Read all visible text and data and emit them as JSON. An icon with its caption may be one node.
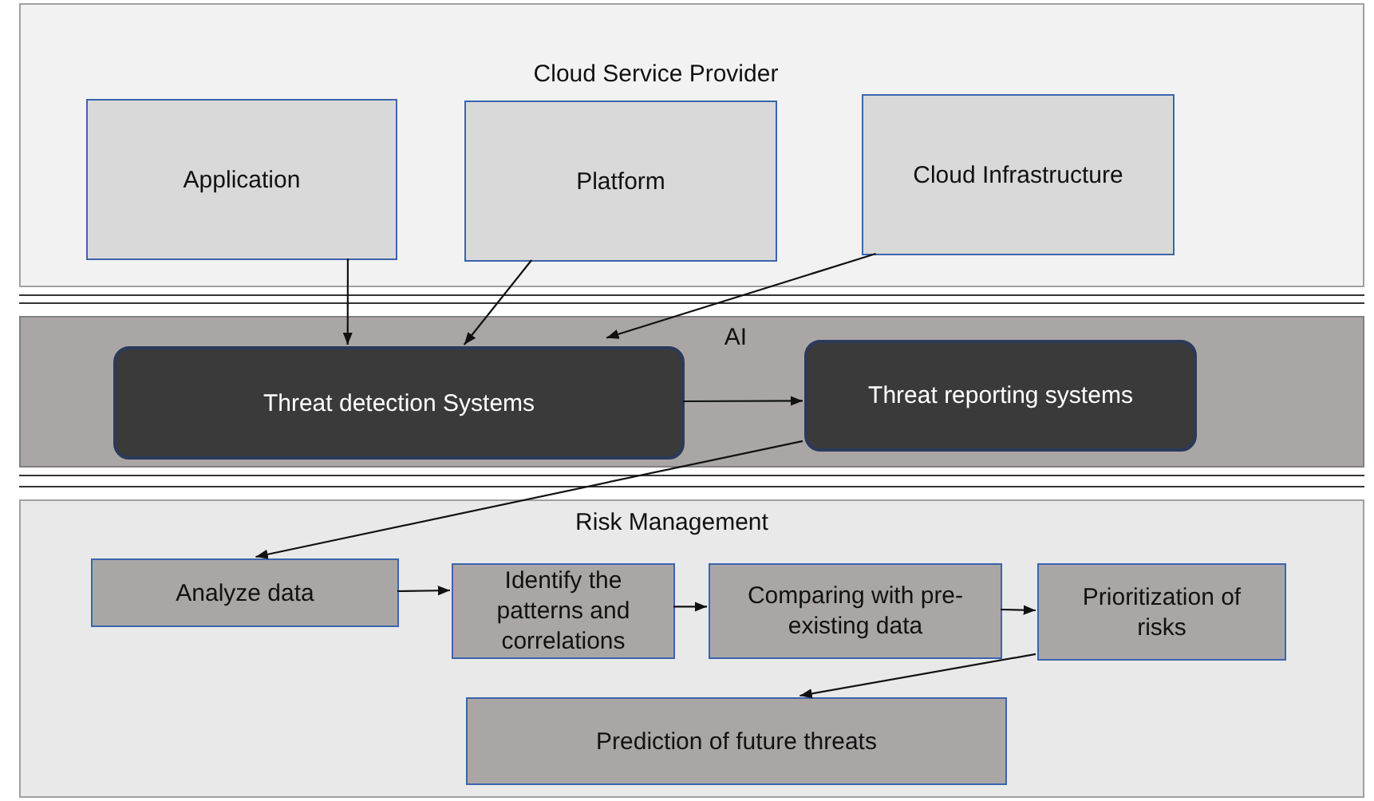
{
  "diagram": {
    "nodes": [
      {
        "text": [
          "Cloud Service Provider"
        ]
      },
      {
        "text": [
          "Application"
        ],
        "in": 0
      },
      {
        "text": [
          "Platform"
        ],
        "in": 0
      },
      {
        "text": [
          "Cloud Infrastructure"
        ],
        "in": 0
      },
      {
        "text": [
          "AI"
        ]
      },
      {
        "text": [
          "Threat detection Systems"
        ],
        "in": 4
      },
      {
        "text": [
          "Threat reporting systems"
        ],
        "in": 4
      },
      {
        "text": [
          "Risk Management"
        ]
      },
      {
        "text": [
          "Analyze data"
        ],
        "in": 7
      },
      {
        "text": [
          "Identify the patterns and correlations"
        ],
        "in": 7
      },
      {
        "text": [
          "Comparing with pre-existing data"
        ],
        "in": 7
      },
      {
        "text": [
          "Prioritization of risks"
        ],
        "in": 7
      },
      {
        "text": [
          "Prediction of future threats"
        ],
        "in": 7
      }
    ],
    "edges": [
      {
        "from": 1,
        "to": 5,
        "arrow": "to"
      },
      {
        "from": 2,
        "to": 5,
        "arrow": "to"
      },
      {
        "from": 3,
        "to": 5,
        "arrow": "to"
      },
      {
        "from": 5,
        "to": 6,
        "arrow": "to"
      },
      {
        "from": 6,
        "to": 8,
        "arrow": "to"
      },
      {
        "from": 8,
        "to": 9,
        "arrow": "to"
      },
      {
        "from": 9,
        "to": 10,
        "arrow": "to"
      },
      {
        "from": 10,
        "to": 11,
        "arrow": "to"
      },
      {
        "from": 11,
        "to": 12,
        "arrow": "to"
      }
    ]
  }
}
